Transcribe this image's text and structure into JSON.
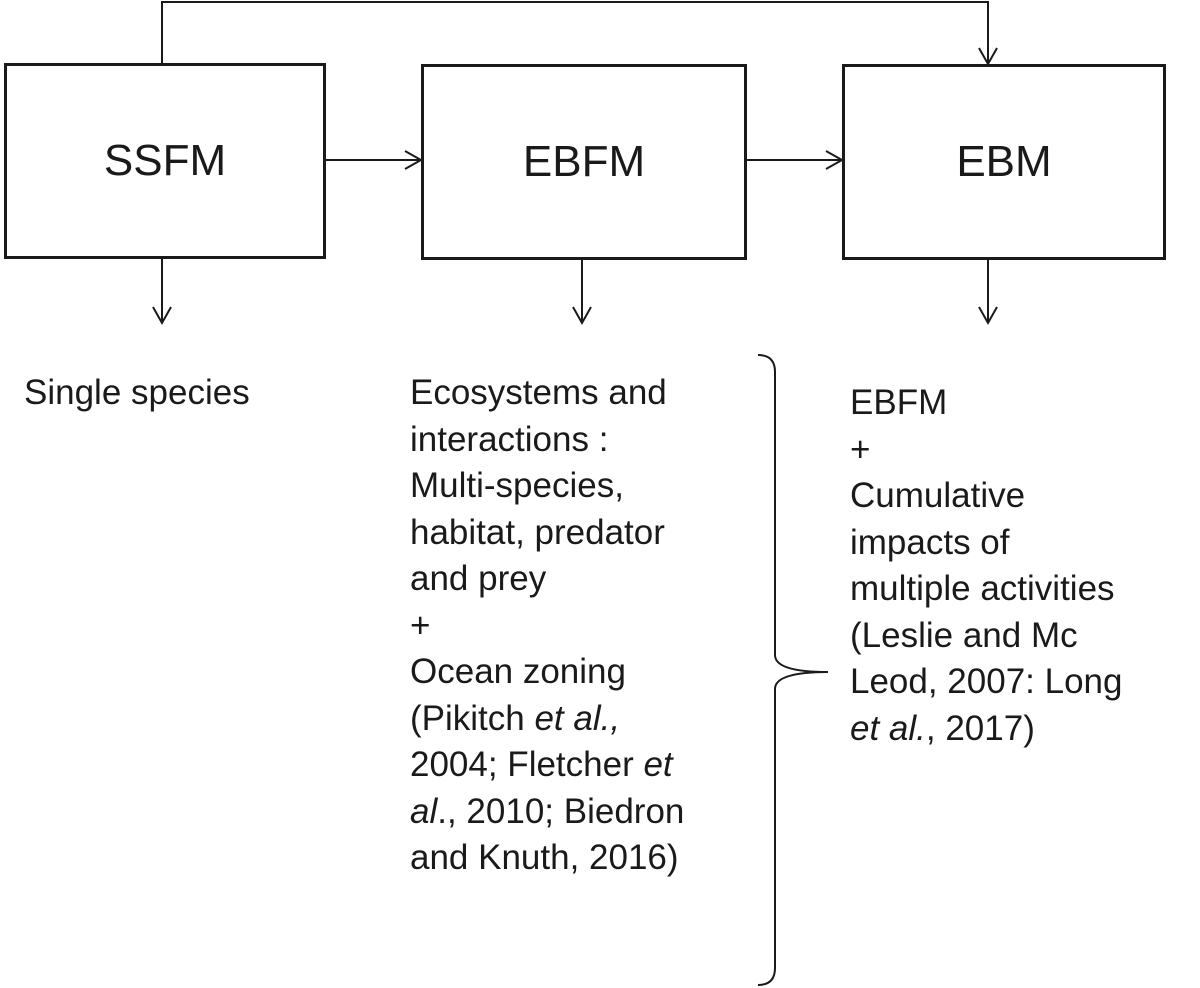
{
  "boxes": {
    "ssfm": "SSFM",
    "ebfm": "EBFM",
    "ebm": "EBM"
  },
  "ssfm_desc": {
    "line1": "Single species"
  },
  "ebfm_desc": {
    "line1": "Ecosystems and",
    "line2": "interactions :",
    "line3": "Multi-species,",
    "line4": "habitat, predator",
    "line5": "and prey",
    "line6": "+",
    "line7": "Ocean zoning",
    "line8_pre": "(Pikitch ",
    "line8_italic": "et al.,",
    "line9_pre": "2004; Fletcher ",
    "line9_italic": "et",
    "line10_italic": "al",
    "line10_post": "., 2010; Biedron",
    "line11": "and Knuth, 2016)"
  },
  "ebm_desc": {
    "line1": "EBFM",
    "line2": "+",
    "line3": "Cumulative",
    "line4": "impacts of",
    "line5": "multiple activities",
    "line6": "(Leslie and Mc",
    "line7": "Leod, 2007: Long",
    "line8_italic": "et al.",
    "line8_post": ", 2017)"
  },
  "colors": {
    "stroke": "#1a1a1a",
    "background": "#ffffff"
  }
}
